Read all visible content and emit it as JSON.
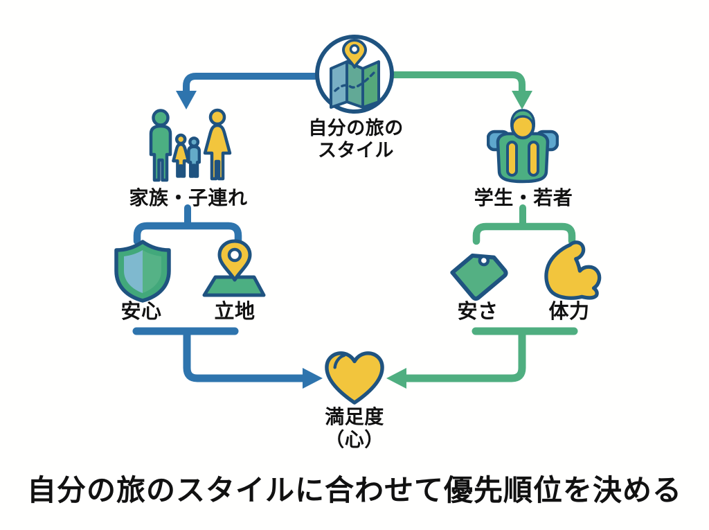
{
  "diagram": {
    "root": {
      "icon": "map-icon",
      "label_line1": "自分の旅の",
      "label_line2": "スタイル"
    },
    "branch_left": {
      "icon": "family-icon",
      "label": "家族・子連れ",
      "priorities": [
        {
          "icon": "shield-icon",
          "label": "安心"
        },
        {
          "icon": "location-pin-icon",
          "label": "立地"
        }
      ]
    },
    "branch_right": {
      "icon": "backpacker-icon",
      "label": "学生・若者",
      "priorities": [
        {
          "icon": "price-tag-icon",
          "label": "安さ"
        },
        {
          "icon": "muscle-icon",
          "label": "体力"
        }
      ]
    },
    "outcome": {
      "icon": "heart-icon",
      "label_line1": "満足度",
      "label_line2": "（心）"
    },
    "caption": "自分の旅のスタイルに合わせて優先順位を決める"
  },
  "colors": {
    "connector_blue": "#2e74ad",
    "connector_green": "#4fae80",
    "outline_navy": "#1f5380",
    "accent_yellow": "#f2c53d",
    "accent_green": "#4caf82",
    "accent_light_blue": "#7fb7cd",
    "text": "#111111",
    "background": "#fffffe"
  }
}
